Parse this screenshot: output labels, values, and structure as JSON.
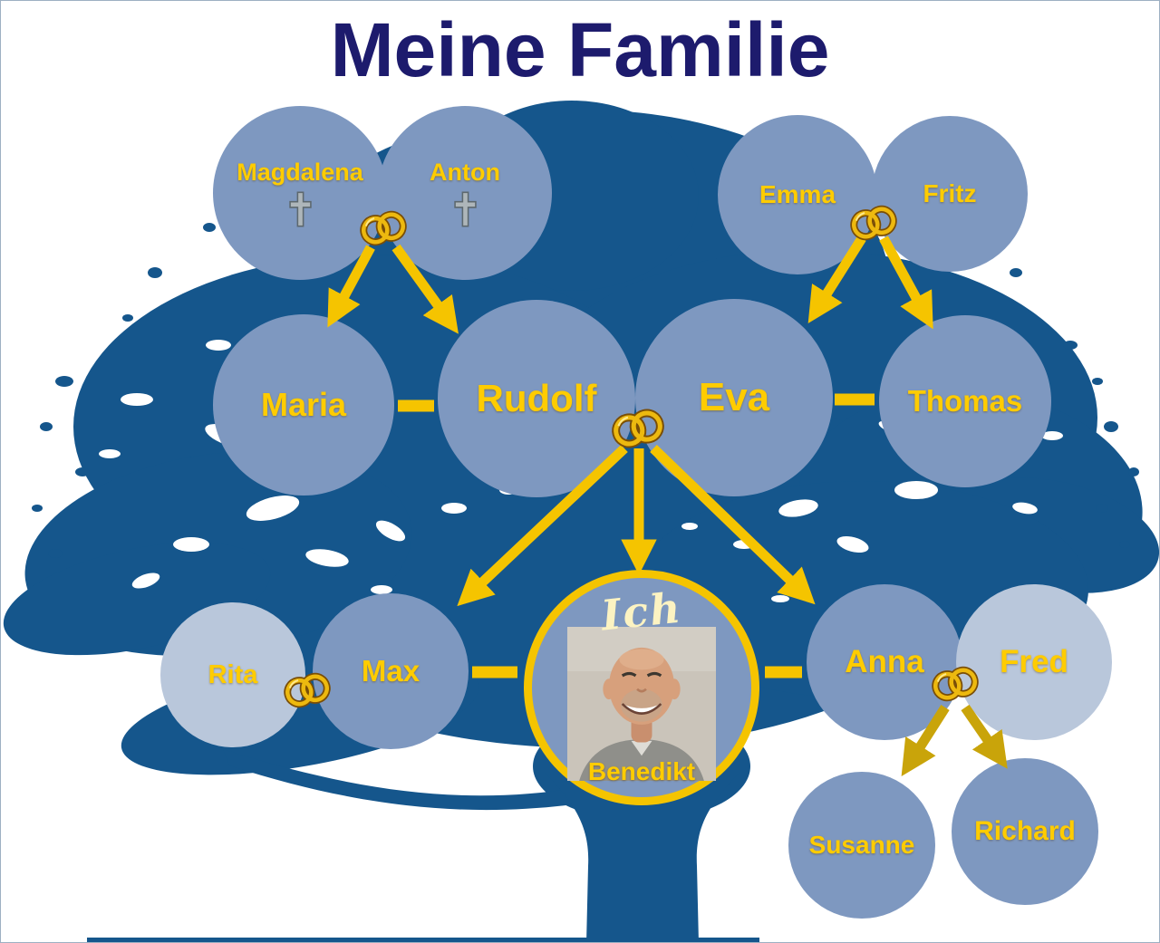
{
  "title": "Meine Familie",
  "annotation_me": "Ich",
  "people": {
    "magdalena": "Magdalena",
    "anton": "Anton",
    "emma": "Emma",
    "fritz": "Fritz",
    "maria": "Maria",
    "rudolf": "Rudolf",
    "eva": "Eva",
    "thomas": "Thomas",
    "rita": "Rita",
    "max": "Max",
    "benedikt": "Benedikt",
    "anna": "Anna",
    "fred": "Fred",
    "susanne": "Susanne",
    "richard": "Richard"
  },
  "icons": {
    "wedding_rings": "two interlocked gold rings",
    "deceased_cross": "gray memorial cross",
    "portrait": "photo of smiling bald man (Benedikt / Ich)"
  },
  "colors": {
    "title": "#1d1b6d",
    "tree": "#15568c",
    "person_circle": "#7e98c0",
    "person_circle_light": "#b9c7db",
    "name_text": "#ffcc00",
    "arrow": "#f5c400",
    "arrow_dark": "#c9a40a",
    "highlight_ring": "#f5c400"
  }
}
